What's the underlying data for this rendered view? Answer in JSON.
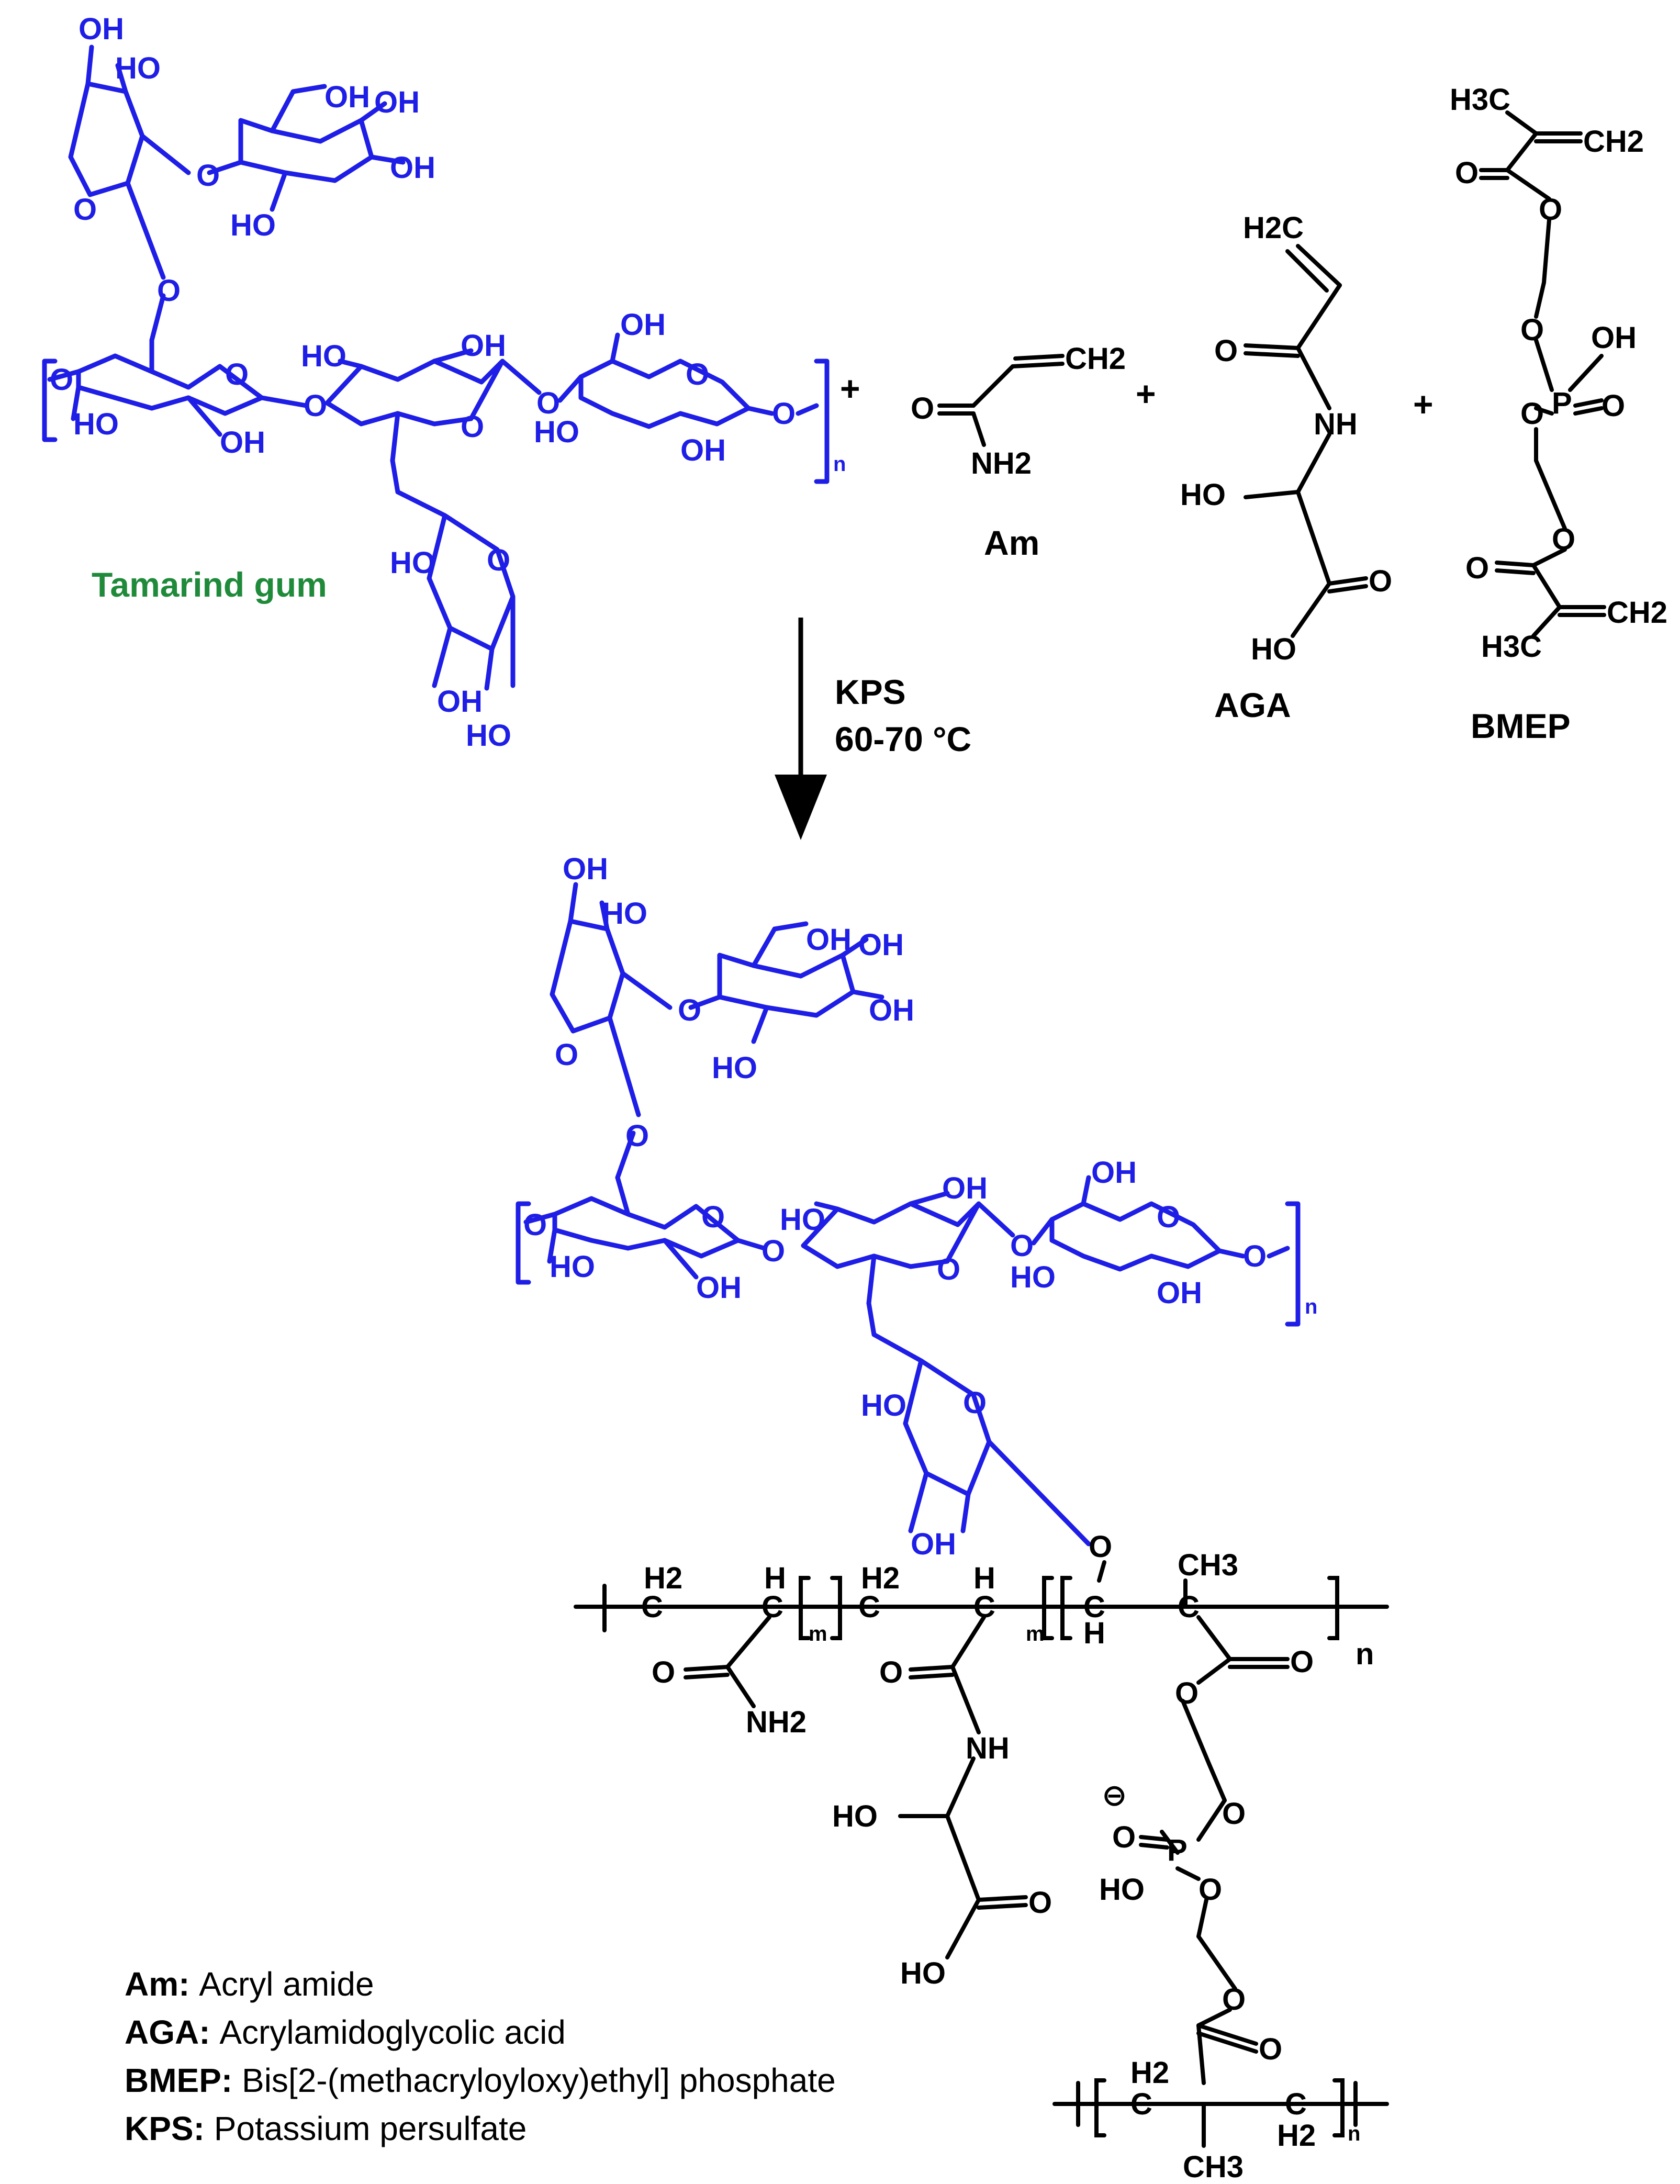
{
  "colors": {
    "gum": "#1e1ee6",
    "gum_label": "#1f8a3a",
    "ink": "#000000"
  },
  "reactants": {
    "tamarind_label": "Tamarind gum",
    "am_label": "Am",
    "aga_label": "AGA",
    "bmep_label": "BMEP",
    "plus": "+"
  },
  "conditions": {
    "reagent": "KPS",
    "temperature": "60-70 °C"
  },
  "atoms": {
    "OH": "OH",
    "HO": "HO",
    "O": "O",
    "NH": "NH",
    "NH2": "NH2",
    "P": "P",
    "CH2": "CH2",
    "H2C": "H2C",
    "H3C": "H3C",
    "CH3": "CH3",
    "C": "C",
    "H": "H",
    "H2": "H2",
    "O_minus": "⊖"
  },
  "subscripts": {
    "n": "n",
    "m": "m"
  },
  "legend": [
    {
      "abbr": "Am:",
      "text": "Acryl amide"
    },
    {
      "abbr": "AGA:",
      "text": "Acrylamidoglycolic acid"
    },
    {
      "abbr": "BMEP:",
      "text": "Bis[2-(methacryloyloxy)ethyl] phosphate"
    },
    {
      "abbr": "KPS:",
      "text": "Potassium persulfate"
    }
  ]
}
